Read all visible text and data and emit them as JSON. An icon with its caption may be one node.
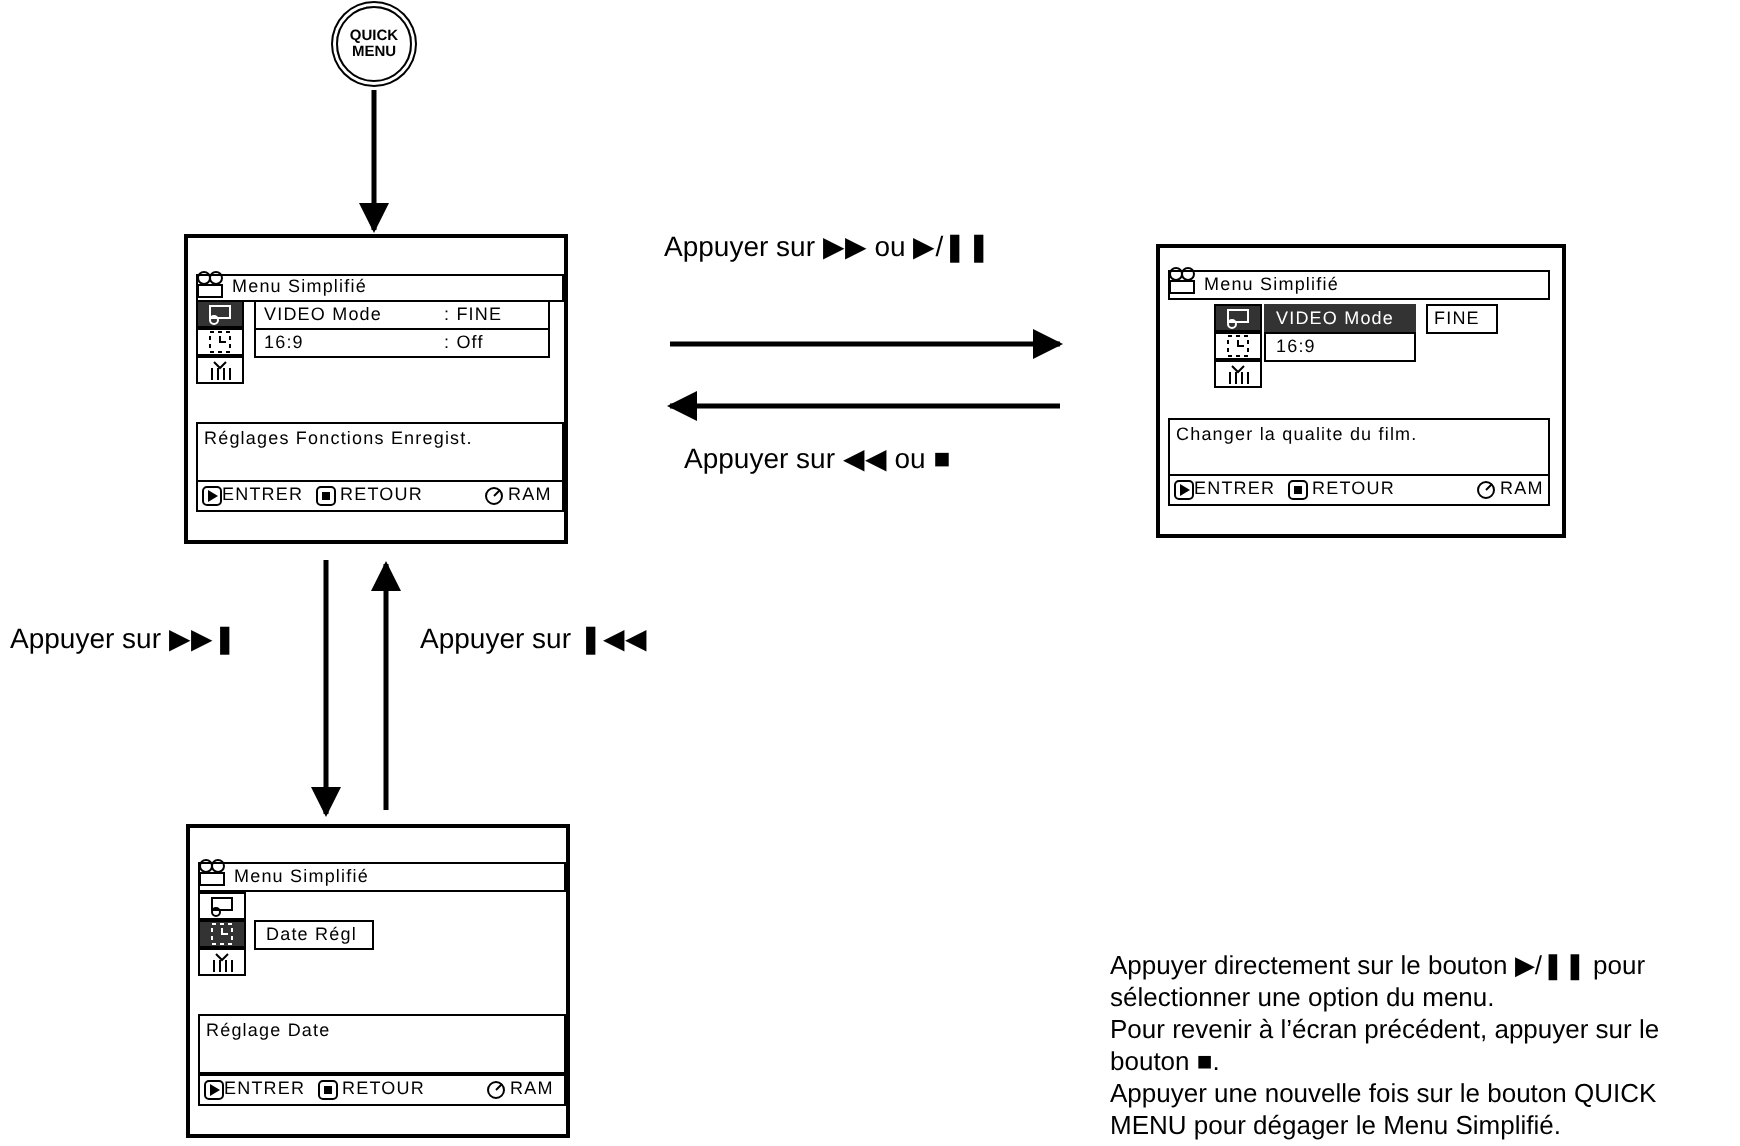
{
  "diagram": {
    "nodes": [
      {
        "text": [
          "QUICK MENU"
        ]
      },
      {
        "text": [
          "Menu Simplifié",
          "VIDEO Mode",
          ": FINE",
          "16:9",
          ": Off",
          "Réglages Fonctions Enregist.",
          "ENTRER",
          "RETOUR",
          "RAM"
        ]
      },
      {
        "text": [
          "Menu Simplifié",
          "VIDEO Mode",
          "FINE",
          "16:9",
          "Changer la qualite du film.",
          "ENTRER",
          "RETOUR",
          "RAM"
        ]
      },
      {
        "text": [
          "Menu Simplifié",
          "Date Régl",
          "Réglage Date",
          "ENTRER",
          "RETOUR",
          "RAM"
        ]
      }
    ],
    "edges": [
      {
        "from": 0,
        "to": 1,
        "arrow": "to"
      },
      {
        "from": 1,
        "to": 2,
        "arrow": "to",
        "label": "Appuyer sur ▶▶ ou ▶/❚❚"
      },
      {
        "from": 2,
        "to": 1,
        "arrow": "to",
        "label": "Appuyer sur ◀◀ ou ■"
      },
      {
        "from": 1,
        "to": 3,
        "arrow": "to",
        "label": "Appuyer sur ▶▶❚"
      },
      {
        "from": 3,
        "to": 1,
        "arrow": "to",
        "label": "Appuyer sur ❚◀◀"
      }
    ],
    "labels": [
      "Appuyer directement sur le bouton ▶/❚❚ pour sélectionner une option du menu.",
      "Pour revenir à l’écran précédent, appuyer sur le bouton ■.",
      "Appuyer une nouvelle fois sur le bouton QUICK MENU pour dégager le Menu Simplifié."
    ]
  }
}
